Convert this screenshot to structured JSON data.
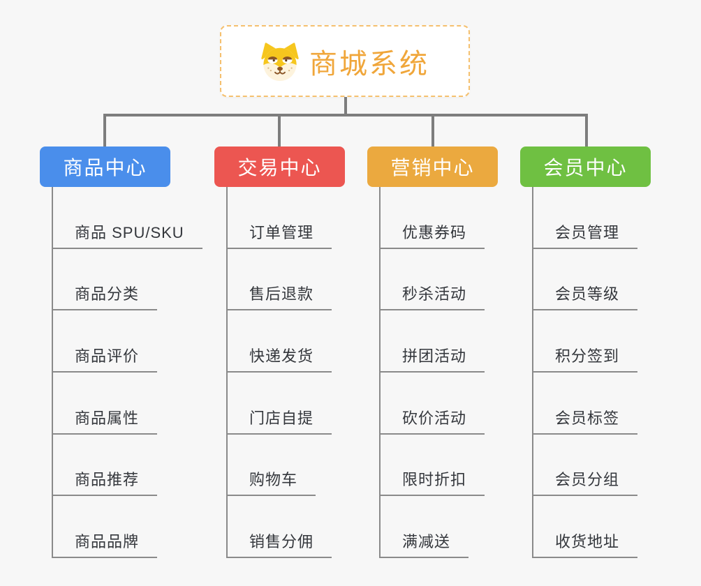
{
  "root": {
    "title": "商城系统",
    "icon": "dog-face-icon"
  },
  "branches": [
    {
      "label": "商品中心",
      "color": "#4a8eeb",
      "items": [
        "商品 SPU/SKU",
        "商品分类",
        "商品评价",
        "商品属性",
        "商品推荐",
        "商品品牌"
      ]
    },
    {
      "label": "交易中心",
      "color": "#ec5651",
      "items": [
        "订单管理",
        "售后退款",
        "快递发货",
        "门店自提",
        "购物车",
        "销售分佣"
      ]
    },
    {
      "label": "营销中心",
      "color": "#eba93f",
      "items": [
        "优惠券码",
        "秒杀活动",
        "拼团活动",
        "砍价活动",
        "限时折扣",
        "满减送"
      ]
    },
    {
      "label": "会员中心",
      "color": "#6fc042",
      "items": [
        "会员管理",
        "会员等级",
        "积分签到",
        "会员标签",
        "会员分组",
        "收货地址"
      ]
    }
  ],
  "colors": {
    "background": "#f7f7f7",
    "root_border": "#f5c06e",
    "root_text": "#f0a63a",
    "connector": "#7d7d7d",
    "sub_connector": "#8a8a8a",
    "sub_text": "#34373c"
  }
}
